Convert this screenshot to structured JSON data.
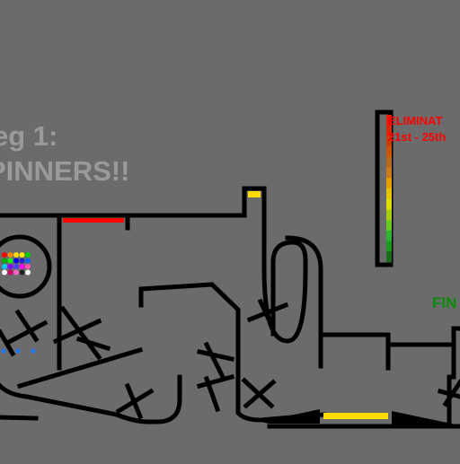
{
  "course": {
    "title": "eg 1:",
    "subtitle": "PINNERS!!"
  },
  "elimination": {
    "title": "ELIMINAT",
    "range": "21st - 25th",
    "bar_colors": [
      "#1a6b1a",
      "#1a9a1a",
      "#2bb52b",
      "#66cc22",
      "#aacc11",
      "#dddd00",
      "#e8c400",
      "#e8a000",
      "#cc7a1a",
      "#b86a1a",
      "#cc5500",
      "#c83c00",
      "#d82a00",
      "#e81a00"
    ]
  },
  "finish": {
    "label": "FIN"
  },
  "colors": {
    "background": "#6b6b6b",
    "track": "#000000",
    "gate_red": "#ff0000",
    "gate_yellow": "#ffdd00",
    "title_gray": "#9a9a9a",
    "eliminate_red": "#ff0000",
    "finish_green": "#0a8a0a",
    "marble_blue": "#2277ff"
  },
  "marbles": [
    "#ff0000",
    "#ff8800",
    "#ffdd00",
    "#ffee00",
    "#00cc00",
    "#00aa00",
    "#00ff00",
    "#0000ff",
    "#2222cc",
    "#0066ff",
    "#00ccff",
    "#8800ff",
    "#4444ff",
    "#ff00ff",
    "#ff55aa",
    "#ffffff",
    "#cc0066",
    "#ff66cc",
    "#222222",
    "#ffffff"
  ]
}
